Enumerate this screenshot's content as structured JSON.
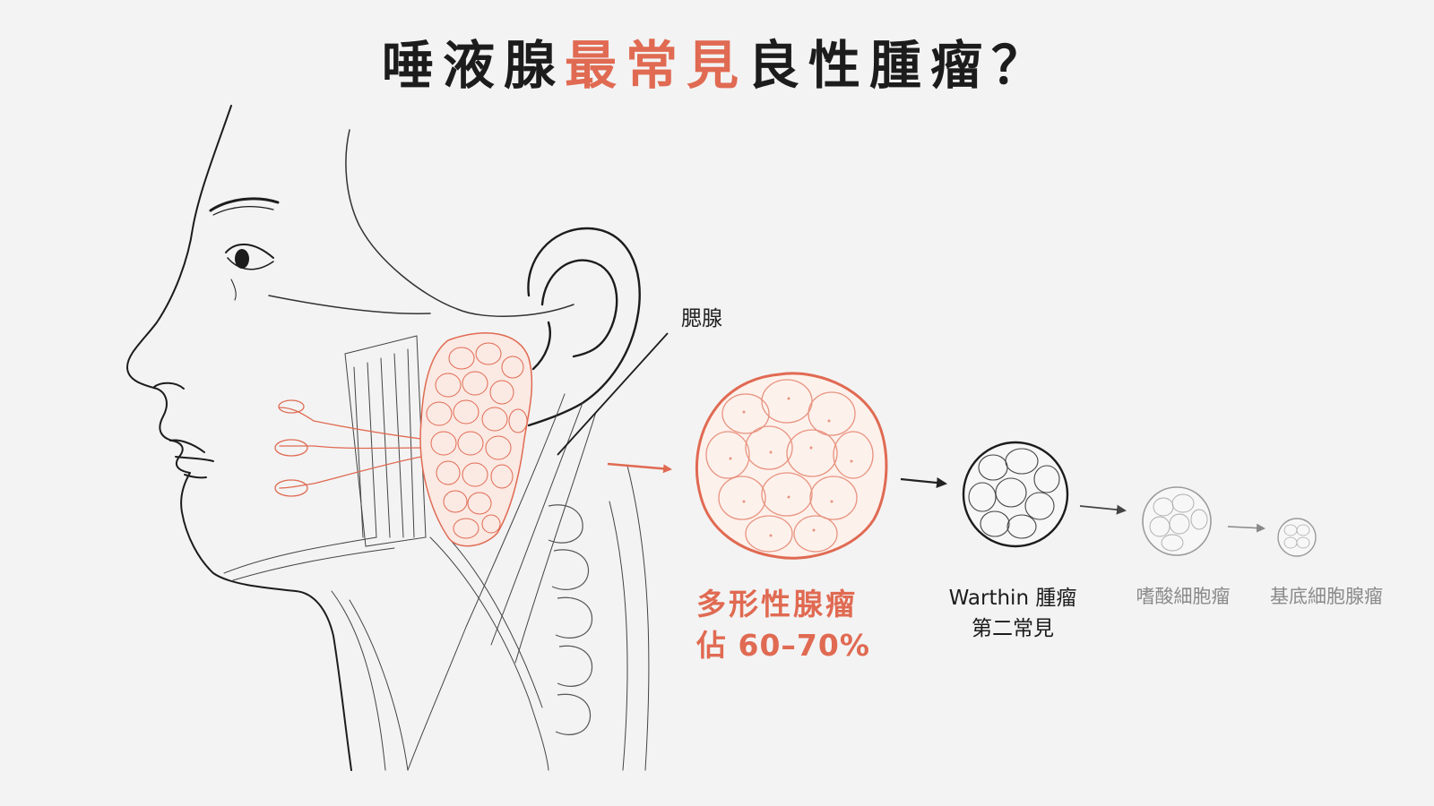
{
  "title": {
    "part1": "唾液腺",
    "highlight": "最常見",
    "part2": "良性腫瘤？"
  },
  "labels": {
    "parotid": "腮腺"
  },
  "tumors": [
    {
      "name": "多形性腺瘤",
      "note": "佔 60–70%"
    },
    {
      "name": "Warthin 腫瘤",
      "note": "第二常見"
    },
    {
      "name": "嗜酸細胞瘤"
    },
    {
      "name": "基底細胞腺瘤"
    }
  ],
  "colors": {
    "accent": "#e06a52",
    "ink": "#1c1c1c",
    "muted": "#8a8a8a",
    "background": "#f3f3f3"
  }
}
